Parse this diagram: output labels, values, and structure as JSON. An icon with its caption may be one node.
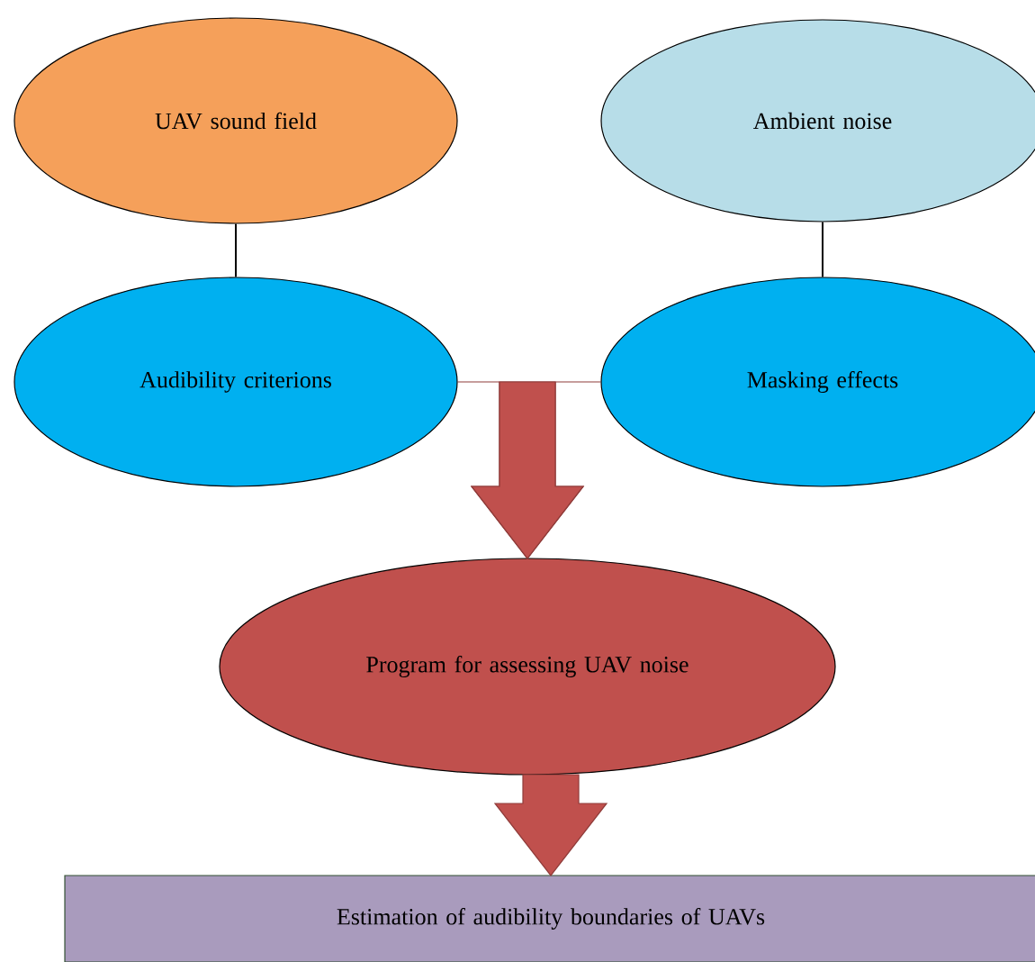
{
  "diagram": {
    "nodes": [
      {
        "text": [
          "UAV sound field"
        ]
      },
      {
        "text": [
          "Ambient noise"
        ]
      },
      {
        "text": [
          "Audibility criterions"
        ]
      },
      {
        "text": [
          "Masking effects"
        ]
      },
      {
        "text": [
          "Program for assessing UAV noise"
        ]
      },
      {
        "text": [
          "Estimation of audibility boundaries of UAVs"
        ]
      }
    ],
    "edges": [
      {
        "from": 0,
        "to": 2,
        "arrow": "none"
      },
      {
        "from": 1,
        "to": 3,
        "arrow": "none"
      },
      {
        "from": 2,
        "to": 4,
        "arrow": "to",
        "style": "thick",
        "color": "#c0504d"
      },
      {
        "from": 3,
        "to": 4,
        "arrow": "to",
        "style": "thick",
        "color": "#c0504d"
      },
      {
        "from": 4,
        "to": 5,
        "arrow": "to",
        "style": "thick",
        "color": "#c0504d"
      }
    ]
  }
}
